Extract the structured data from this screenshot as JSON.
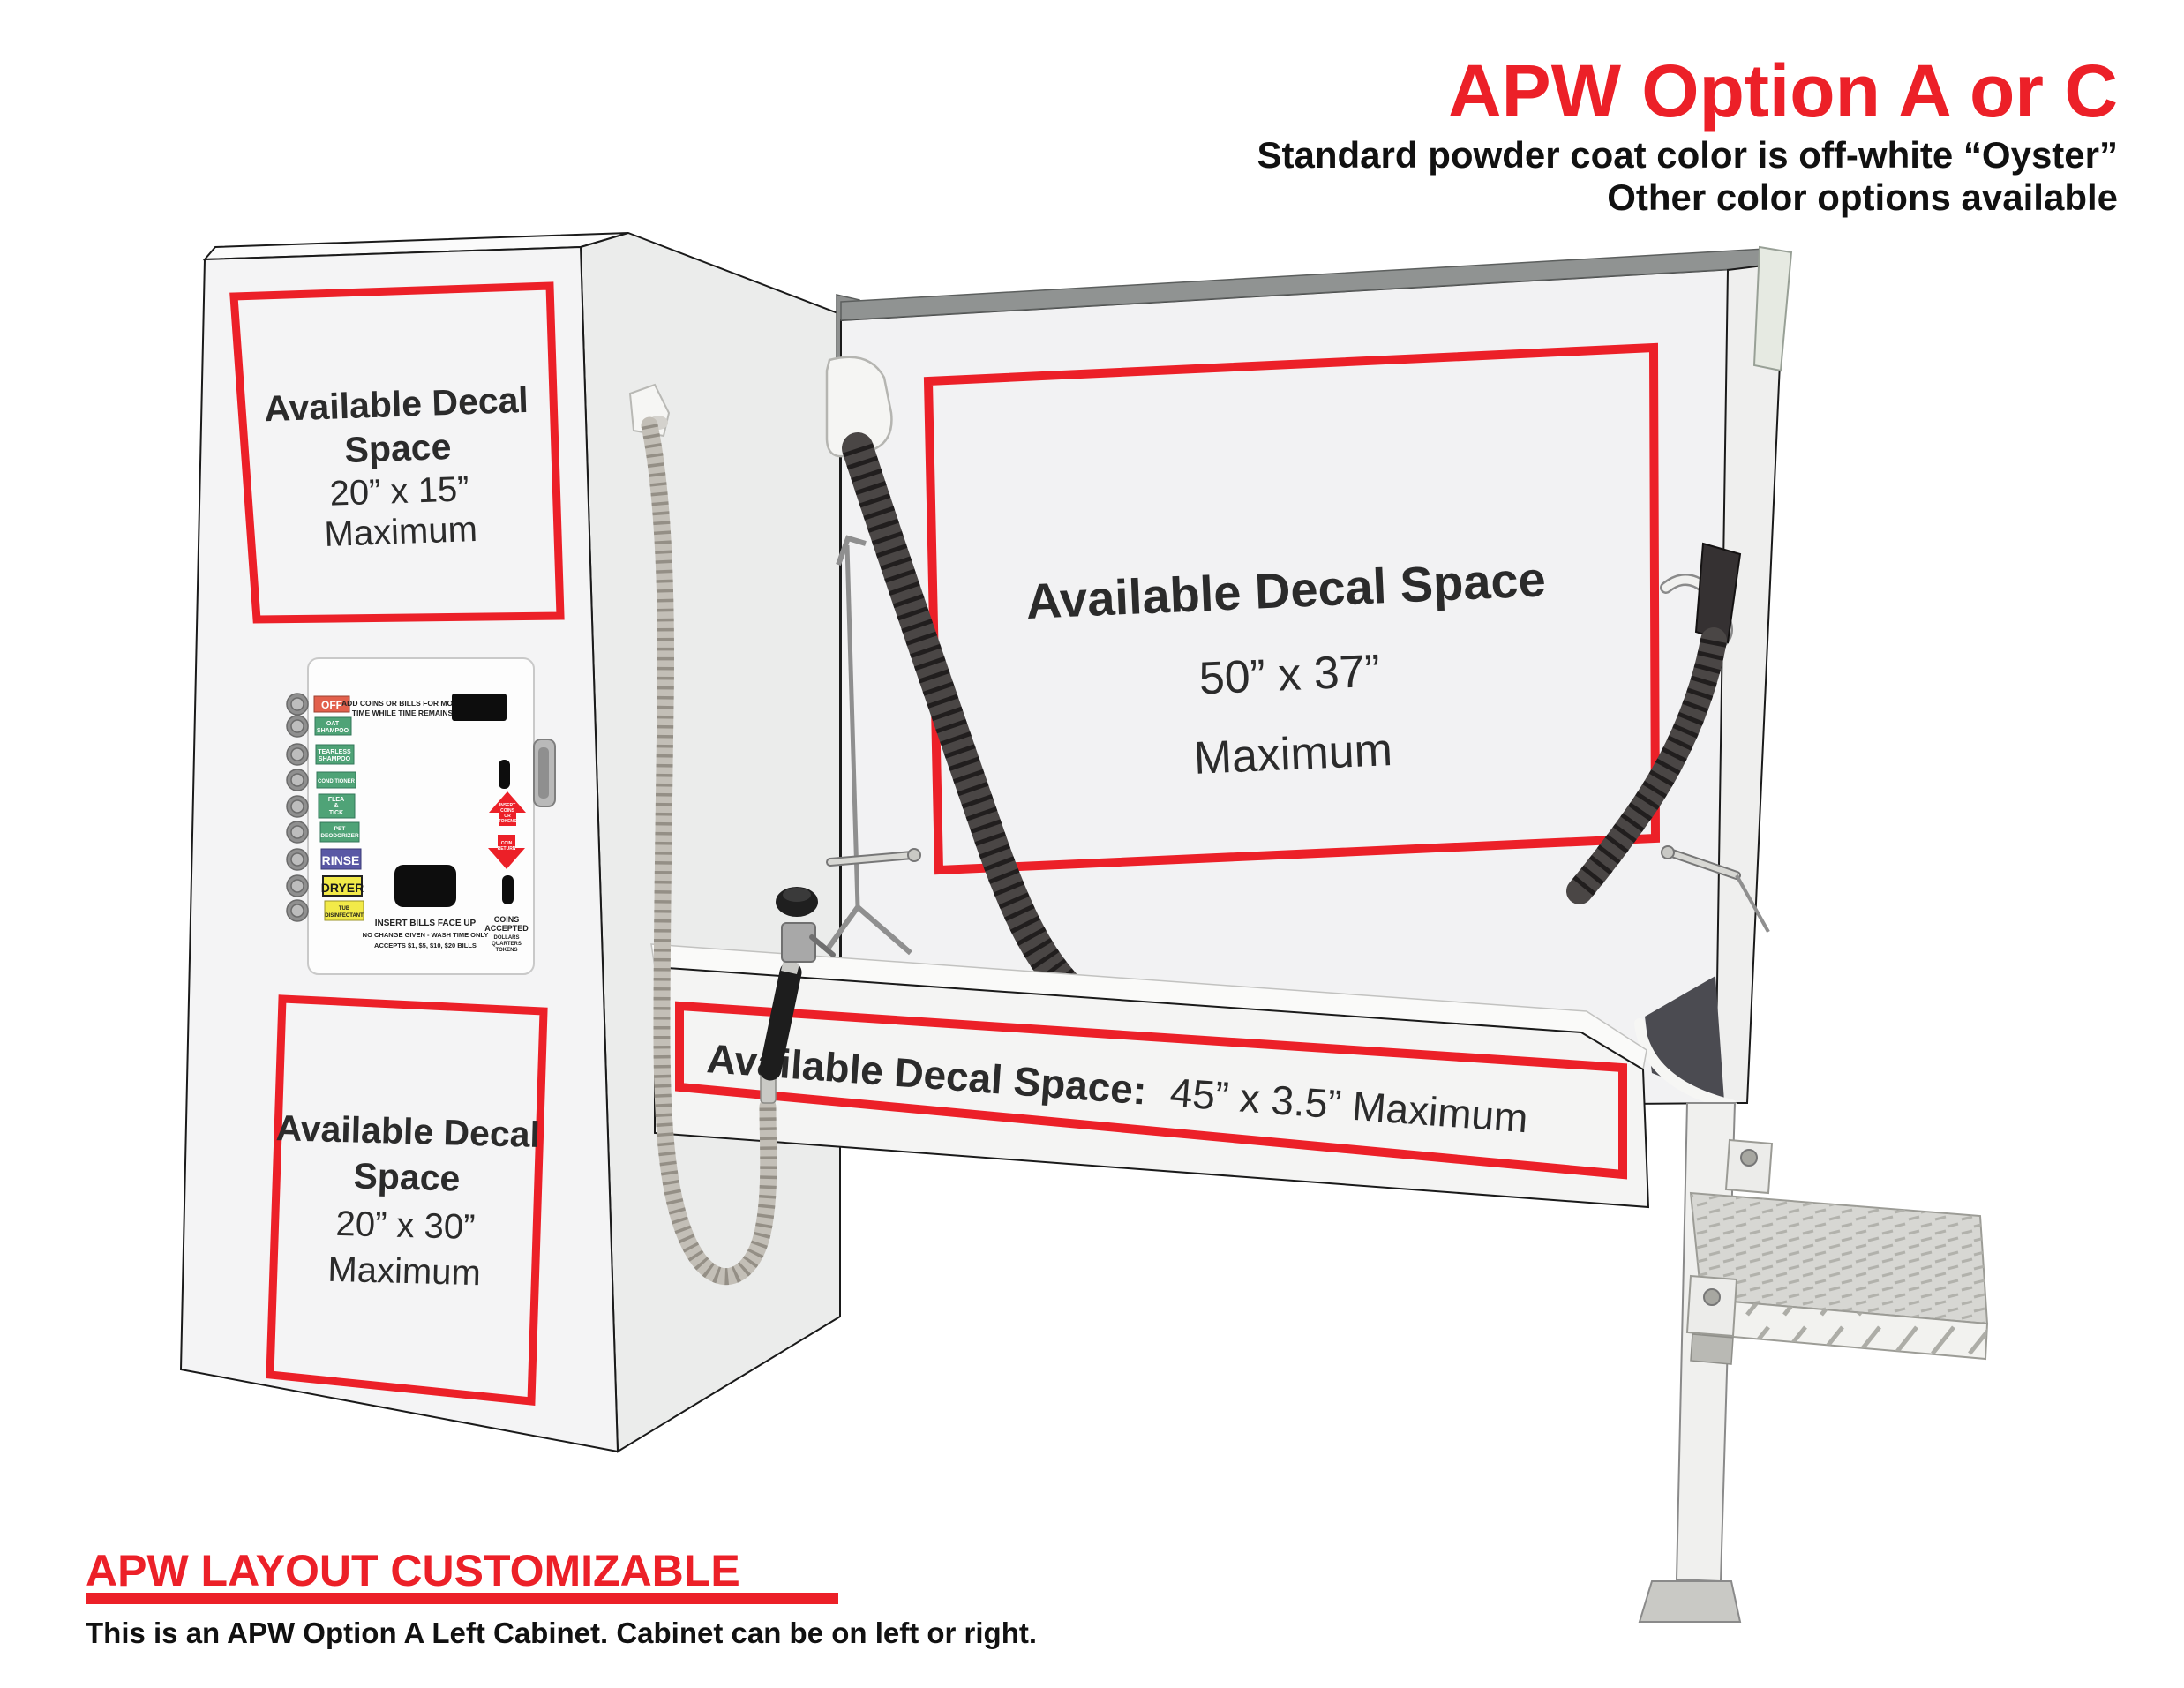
{
  "header": {
    "title": "APW Option A or C",
    "subtitle1": "Standard powder coat color is off-white “Oyster”",
    "subtitle2": "Other color options available"
  },
  "decals": {
    "cabinet_top": {
      "l1": "Available Decal",
      "l2": "Space",
      "l3": "20” x 15”",
      "l4": "Maximum"
    },
    "cabinet_bottom": {
      "l1": "Available Decal",
      "l2": "Space",
      "l3": "20” x 30”",
      "l4": "Maximum"
    },
    "back_wall": {
      "l1": "Available Decal Space",
      "l2": "50” x 37”",
      "l3": "Maximum"
    },
    "front_band": {
      "label": "Available Decal Space:",
      "size": "45” x 3.5” Maximum"
    }
  },
  "control_panel": {
    "note_l1": "ADD COINS OR BILLS FOR MORE",
    "note_l2": "TIME WHILE TIME REMAINS",
    "buttons": [
      {
        "label_lines": [
          "OFF"
        ],
        "color": "#e2604c",
        "text_color": "#ffffff"
      },
      {
        "label_lines": [
          "OAT",
          "SHAMPOO"
        ],
        "color": "#4fa377",
        "text_color": "#ffffff"
      },
      {
        "label_lines": [
          "TEARLESS",
          "SHAMPOO"
        ],
        "color": "#4fa377",
        "text_color": "#ffffff"
      },
      {
        "label_lines": [
          "CONDITIONER"
        ],
        "color": "#4fa377",
        "text_color": "#ffffff"
      },
      {
        "label_lines": [
          "FLEA",
          "&",
          "TICK"
        ],
        "color": "#4fa377",
        "text_color": "#ffffff"
      },
      {
        "label_lines": [
          "PET",
          "DEODORIZER"
        ],
        "color": "#4fa377",
        "text_color": "#ffffff"
      },
      {
        "label_lines": [
          "RINSE"
        ],
        "color": "#5a58a5",
        "text_color": "#ffffff"
      },
      {
        "label_lines": [
          "DRYER"
        ],
        "color": "#f2ea49",
        "text_color": "#1a1a1a"
      },
      {
        "label_lines": [
          "TUB",
          "DISINFECTANT"
        ],
        "color": "#f2ea49",
        "text_color": "#1a1a1a"
      }
    ],
    "coin_up": {
      "l1": "INSERT",
      "l2": "COINS",
      "l3": "OR",
      "l4": "TOKENS"
    },
    "coin_down": {
      "l1": "COIN",
      "l2": "RETURN"
    },
    "bills": {
      "l1": "INSERT BILLS FACE UP",
      "l2": "NO CHANGE GIVEN - WASH TIME ONLY",
      "l3": "ACCEPTS $1, $5, $10, $20 BILLS"
    },
    "coins_accepted": {
      "l1": "COINS",
      "l2": "ACCEPTED",
      "l3": "DOLLARS",
      "l4": "QUARTERS",
      "l5": "TOKENS"
    }
  },
  "footer": {
    "heading": "APW LAYOUT CUSTOMIZABLE",
    "body": "This is an APW Option A Left Cabinet. Cabinet can be on left or right."
  },
  "colors": {
    "accent_red": "#ec2028",
    "cabinet_panel": "#f4f4f5",
    "side_panel": "#ebeceb",
    "dark_interior": "#4b4b51",
    "hose_dark": "#4a4645",
    "hose_light": "#c3bfb7"
  }
}
